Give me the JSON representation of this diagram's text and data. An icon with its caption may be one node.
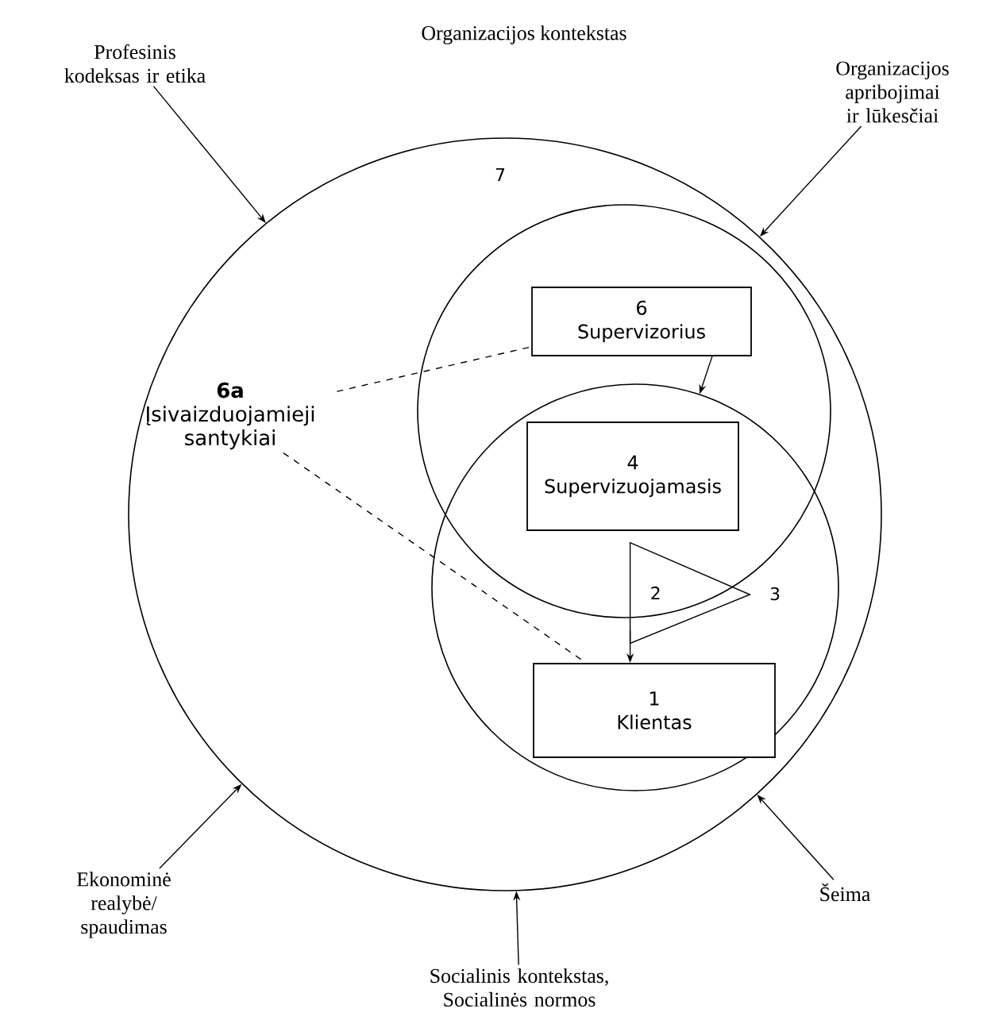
{
  "diagram": {
    "nodes": [
      {
        "text": [
          "7"
        ]
      },
      {
        "text": [],
        "shape": "circle",
        "in": 0
      },
      {
        "text": [],
        "shape": "circle",
        "in": 0
      },
      {
        "text": [
          "6",
          "Supervizorius"
        ],
        "in": 1
      },
      {
        "text": [
          "4",
          "Supervizuojamasis"
        ]
      },
      {
        "text": [
          "2"
        ],
        "beside": [
          "3"
        ],
        "in": 2
      },
      {
        "text": [
          "1",
          "Klientas"
        ],
        "in": 2
      },
      {
        "text": [
          "6a",
          "Įsivaizduojamieji santykiai"
        ],
        "in": 0
      },
      {
        "text": [
          "Profesinis kodeksas ir etika"
        ]
      },
      {
        "text": [
          "Organizacijos apribojimai ir lūkesčiai"
        ]
      },
      {
        "text": [
          "Ekonominė realybė/ spaudimas"
        ]
      },
      {
        "text": [
          "Socialinis kontekstas, Socialinės normos"
        ]
      },
      {
        "text": [
          "Šeima"
        ]
      }
    ],
    "edges": [
      {
        "from": 8,
        "to": 0,
        "arrow": "to"
      },
      {
        "from": 9,
        "to": 0,
        "arrow": "to"
      },
      {
        "from": 10,
        "to": 0,
        "arrow": "to"
      },
      {
        "from": 11,
        "to": 0,
        "arrow": "to"
      },
      {
        "from": 12,
        "to": 0,
        "arrow": "to"
      },
      {
        "from": 3,
        "to": 2,
        "arrow": "to"
      },
      {
        "from": 5,
        "to": 6,
        "arrow": "to"
      },
      {
        "from": 7,
        "to": 3,
        "arrow": "none",
        "style": "dashed"
      },
      {
        "from": 7,
        "to": 6,
        "arrow": "none",
        "style": "dashed"
      }
    ],
    "labels": [
      "Organizacijos kontekstas"
    ]
  }
}
